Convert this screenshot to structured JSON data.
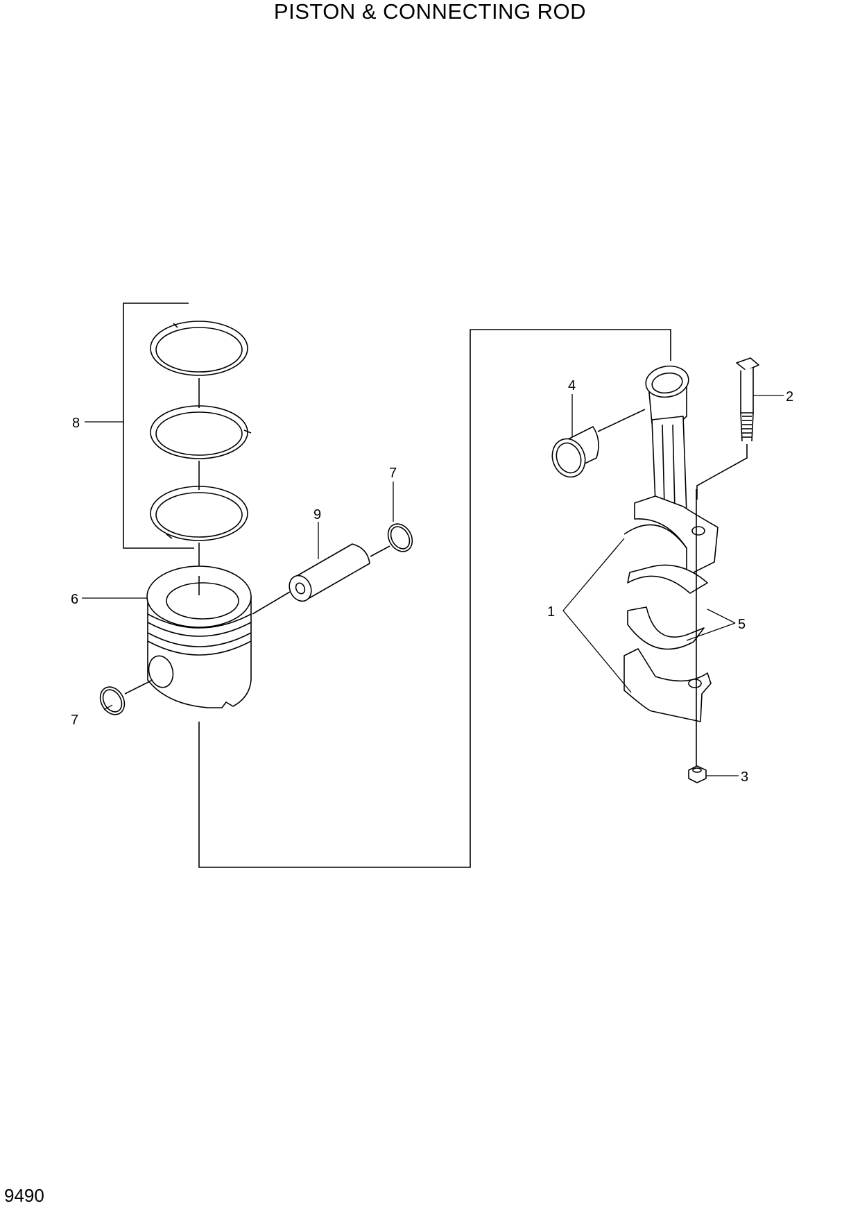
{
  "title": "PISTON & CONNECTING ROD",
  "page_number": "9490",
  "callouts": {
    "c1": "1",
    "c2": "2",
    "c3": "3",
    "c4": "4",
    "c5": "5",
    "c6": "6",
    "c7a": "7",
    "c7b": "7",
    "c8": "8",
    "c9": "9"
  }
}
